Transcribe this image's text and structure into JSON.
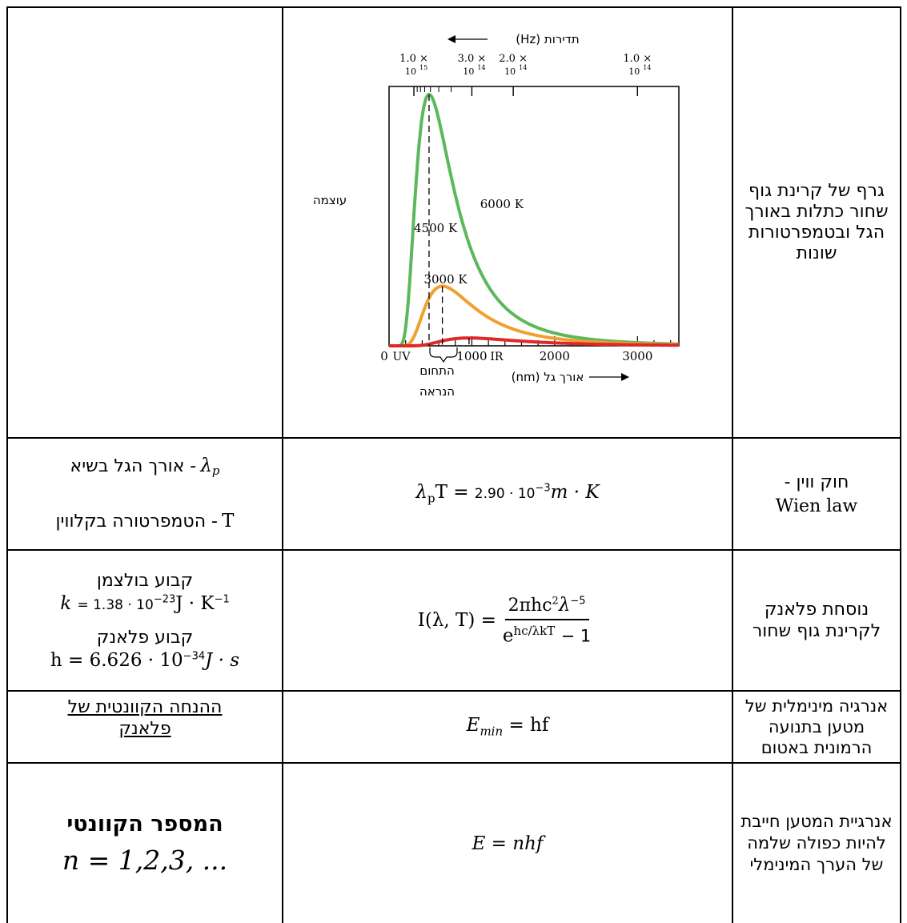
{
  "table": {
    "rows": [
      {
        "topic": "גרף של קרינת גוף שחור כתלות באורך הגל ובטמפרטורות שונות",
        "formula": "",
        "notes": ""
      },
      {
        "topic_he": "חוק ווין -",
        "topic_en": "Wien law",
        "formula_lhs": "λ",
        "formula_sub": "p",
        "formula_rest": "T = ",
        "formula_num": "2.90 · 10",
        "formula_exp": "−3",
        "formula_unit": "m · K",
        "note1_he": "- אורך הגל בשיא",
        "note1_sym": "λ",
        "note1_sub": "p",
        "note2_sym": "T",
        "note2_he": "- הטמפרטורה בקלווין"
      },
      {
        "topic": "נוסחת פלאנק לקרינת גוף שחור",
        "formula_lhs": "I(λ, T) =",
        "formula_num_text": "2πhc",
        "formula_num_sup1": "2",
        "formula_num_lambda": "λ",
        "formula_num_sup2": "−5",
        "formula_den_e": "e",
        "formula_den_exp": "hc/λkT",
        "formula_den_rest": "− 1",
        "note1_he": "קבוע בולצמן",
        "note1_sym": "k",
        "note1_val": "= 1.38 · 10",
        "note1_exp": "−23",
        "note1_unit": "J · K",
        "note1_unit_exp": "−1",
        "note2_he": "קבוע פלאנק",
        "note2_val": "h = 6.626 · 10",
        "note2_exp": "−34",
        "note2_unit": "J · s"
      },
      {
        "topic": "אנרגיה מינימלית של מטען בתנועה הרמונית באטום",
        "formula_E": "E",
        "formula_sub": "min",
        "formula_rest": "= hf",
        "note": "ההנחה הקוונטית של פלאנק"
      },
      {
        "topic": "אנרגיית המטען חייבת להיות כפולה שלמה של הערך המינימלי",
        "formula": "E = nhf",
        "note_he": "המספר הקוונטי",
        "note_math": "n = 1,2,3, ..."
      }
    ]
  },
  "chart_data": {
    "type": "line",
    "title": "",
    "xlabel": "אורך גל (nm)",
    "ylabel": "עוצמה",
    "top_axis_label": "תדירות (Hz)",
    "xlim": [
      0,
      3500
    ],
    "x_ticks": [
      "0",
      "1000",
      "2000",
      "3000"
    ],
    "x_region_labels": [
      "UV",
      "IR"
    ],
    "visible_region_label": "התחום הנראה",
    "top_ticks": [
      {
        "label": "1.0 ×",
        "exp": "10",
        "pow": "15",
        "wavelength": 300
      },
      {
        "label": "3.0 ×",
        "exp": "10",
        "pow": "14",
        "wavelength": 1000
      },
      {
        "label": "2.0 ×",
        "exp": "10",
        "pow": "14",
        "wavelength": 1500
      },
      {
        "label": "1.0 ×",
        "exp": "10",
        "pow": "14",
        "wavelength": 3000
      }
    ],
    "series": [
      {
        "name": "6000 K",
        "temperature": 6000,
        "color": "#5cb85c"
      },
      {
        "name": "4500 K",
        "temperature": 4500,
        "color": "#f0a030"
      },
      {
        "name": "3000 K",
        "temperature": 3000,
        "color": "#e02828"
      }
    ]
  }
}
